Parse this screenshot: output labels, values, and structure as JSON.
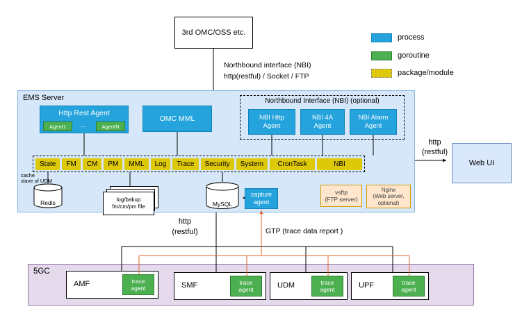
{
  "colors": {
    "process": "#24a3dc",
    "goroutine": "#4caf50",
    "package_module": "#ddc80a",
    "gtp_line": "#e8632a",
    "ems_bg": "#d5e7f8",
    "core_bg": "#e5daec",
    "server_box": "#ffe6cc"
  },
  "top_box": {
    "label": "3rd OMC/OSS etc."
  },
  "legend": {
    "process": "process",
    "goroutine": "goroutine",
    "package_module": "package/module"
  },
  "nbi_link": {
    "text": "Northbound interface (NBI)\nhttp(restful) / Socket / FTP"
  },
  "ems": {
    "title": "EMS Server",
    "http_rest_agent": {
      "label": "Http Rest Agent",
      "agent1": "Agent1",
      "dots": "...",
      "agentN": "AgentN"
    },
    "omc_mml": "OMC MML",
    "nbi_group": {
      "title": "Northbound Interface (NBI) (optional)",
      "http_agent": "NBI Http\nAgent",
      "fa_agent": "NBI 4A\nAgent",
      "alarm_agent": "NBI Alarm\nAgent"
    },
    "modules": [
      "State",
      "FM",
      "CM",
      "PM",
      "MML",
      "Log",
      "Trace",
      "Security",
      "System",
      "CronTask",
      "NBI"
    ],
    "redis": {
      "label": "Redis",
      "note": "cache\nslave of UDM"
    },
    "log_store": "log/bakup\nfm/cm/pm file",
    "mysql": "MySQL",
    "capture_agent": "capture\nagent",
    "vsftp": "vsftp\n(FTP server)",
    "nginx": "Nginx\n(Web server,\noptional)"
  },
  "web_ui": {
    "label": "Web UI",
    "link": "http\n(restful)"
  },
  "south_link": "http\n(restful)",
  "gtp_link": "GTP  (trace data report )",
  "core": {
    "title": "5GC",
    "nodes": [
      {
        "name": "AMF",
        "agent": "trace\nagent"
      },
      {
        "name": "SMF",
        "agent": "trace\nagent"
      },
      {
        "name": "UDM",
        "agent": "trace\nagent"
      },
      {
        "name": "UPF",
        "agent": "trace\nagent"
      }
    ]
  }
}
